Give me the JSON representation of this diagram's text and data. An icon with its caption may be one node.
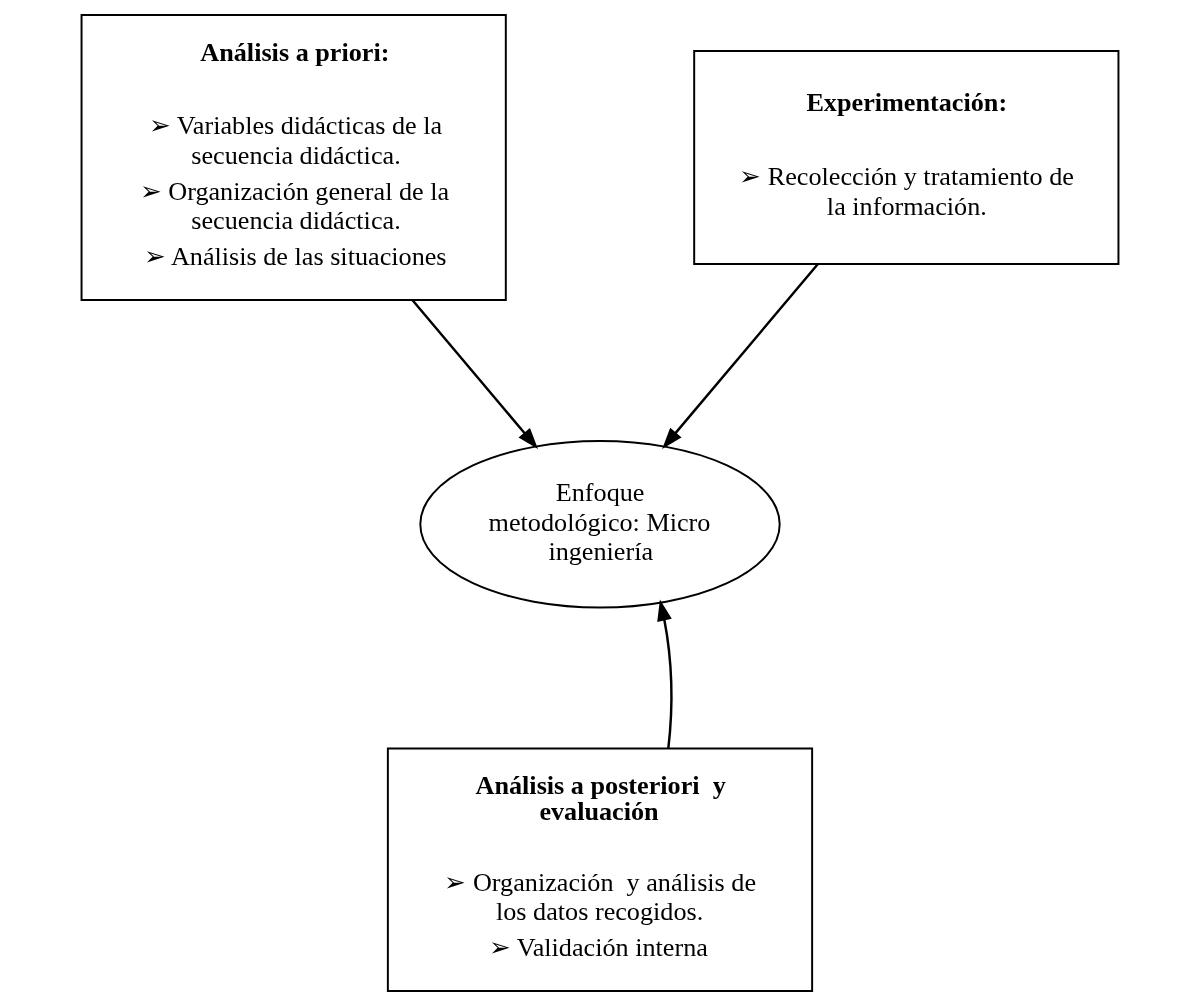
{
  "diagram": {
    "nodes": [
      {
        "text": [
          "Análisis a priori:",
          "➢ Variables didácticas de la secuencia didáctica.",
          "➢ Organización general de la secuencia didáctica.",
          "➢ Análisis de las situaciones"
        ]
      },
      {
        "text": [
          "Experimentación:",
          "➢ Recolección y tratamiento de la información."
        ]
      },
      {
        "text": [
          "Enfoque metodológico: Micro ingeniería"
        ]
      },
      {
        "text": [
          "Análisis a posteriori  y evaluación",
          "➢ Organización  y análisis de los datos recogidos.",
          "➢ Validación interna"
        ]
      }
    ],
    "edges": [
      {
        "from": 0,
        "to": 2,
        "arrow": "to"
      },
      {
        "from": 1,
        "to": 2,
        "arrow": "to"
      },
      {
        "from": 3,
        "to": 2,
        "arrow": "to"
      }
    ]
  }
}
